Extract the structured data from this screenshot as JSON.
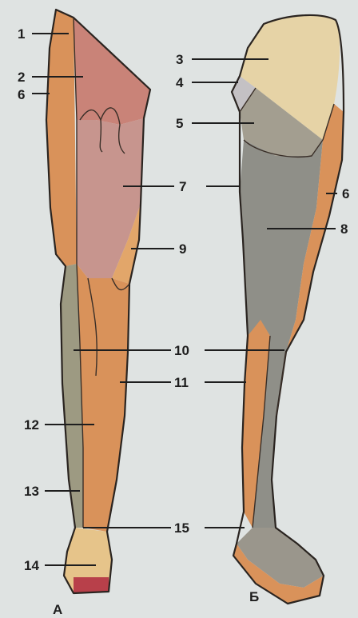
{
  "figures": [
    {
      "id": "A",
      "caption": "А"
    },
    {
      "id": "B",
      "caption": "Б"
    }
  ],
  "labels": {
    "n1": "1",
    "n2": "2",
    "n3": "3",
    "n4": "4",
    "n5": "5",
    "n6_left": "6",
    "n6_right": "6",
    "n7": "7",
    "n8": "8",
    "n9": "9",
    "n10": "10",
    "n11": "11",
    "n12": "12",
    "n13": "13",
    "n14": "14",
    "n15": "15"
  },
  "colors": {
    "background": "#dfe3e2",
    "orange_zone": "#d9925a",
    "pink_zone": "#c98378",
    "mauve_zone": "#c7958e",
    "olive_gray_zone": "#9d9a82",
    "light_orange_zone": "#e2a66a",
    "gray_zone": "#8f8f88",
    "cream_zone": "#e6d3a6",
    "light_gray_zone": "#c4c1c4",
    "outline": "#2a2420"
  }
}
